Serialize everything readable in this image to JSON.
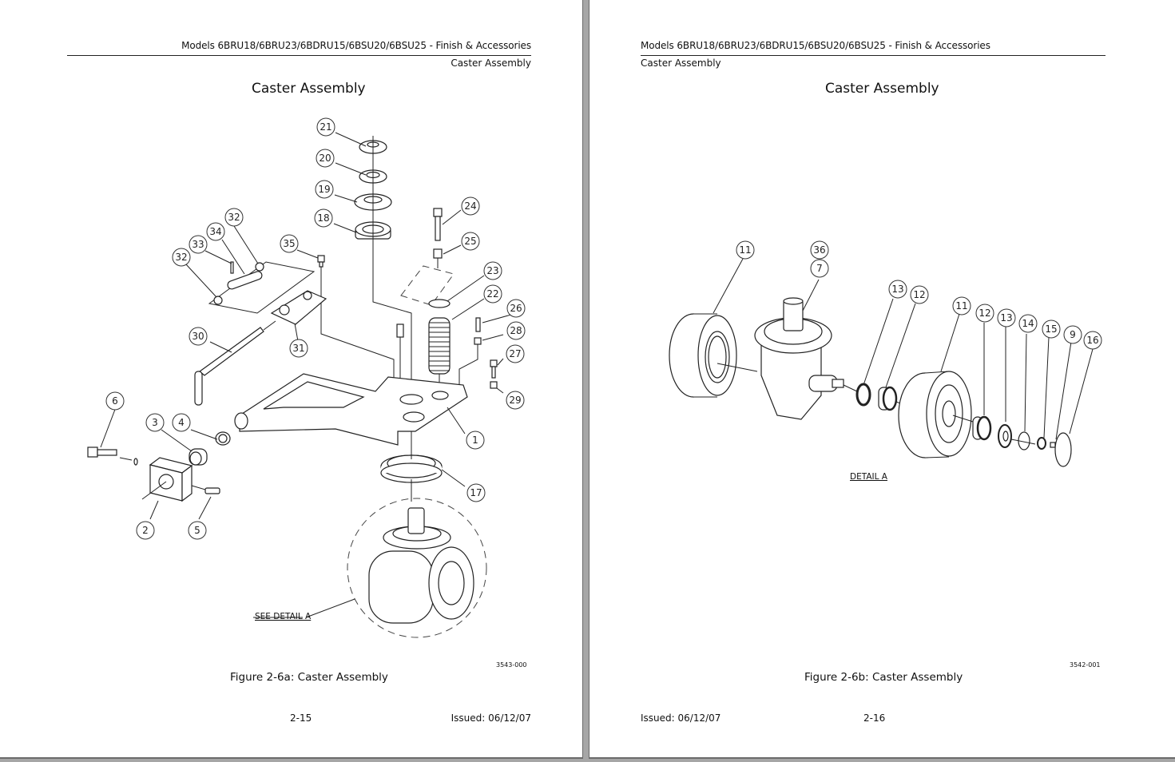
{
  "pages": [
    {
      "header": "Models 6BRU18/6BRU23/6BDRU15/6BSU20/6BSU25 - Finish & Accessories",
      "subheader": "Caster Assembly",
      "title": "Caster Assembly",
      "figure_caption": "Figure 2-6a:  Caster Assembly",
      "figure_number": "3543-000",
      "page_number": "2-15",
      "issued": "Issued: 06/12/07",
      "detail_label": "SEE DETAIL A",
      "callouts": [
        "21",
        "20",
        "19",
        "18",
        "24",
        "25",
        "23",
        "22",
        "26",
        "28",
        "27",
        "29",
        "1",
        "17",
        "32",
        "34",
        "33",
        "32",
        "35",
        "31",
        "30",
        "6",
        "3",
        "4",
        "2",
        "5"
      ]
    },
    {
      "header": "Models 6BRU18/6BRU23/6BDRU15/6BSU20/6BSU25 - Finish & Accessories",
      "subheader": "Caster Assembly",
      "title": "Caster Assembly",
      "figure_caption": "Figure 2-6b:  Caster Assembly",
      "figure_number": "3542-001",
      "page_number": "2-16",
      "issued": "Issued: 06/12/07",
      "detail_label": "DETAIL A",
      "callouts": [
        "11",
        "36",
        "7",
        "13",
        "12",
        "11",
        "12",
        "13",
        "14",
        "15",
        "9",
        "16"
      ]
    }
  ]
}
